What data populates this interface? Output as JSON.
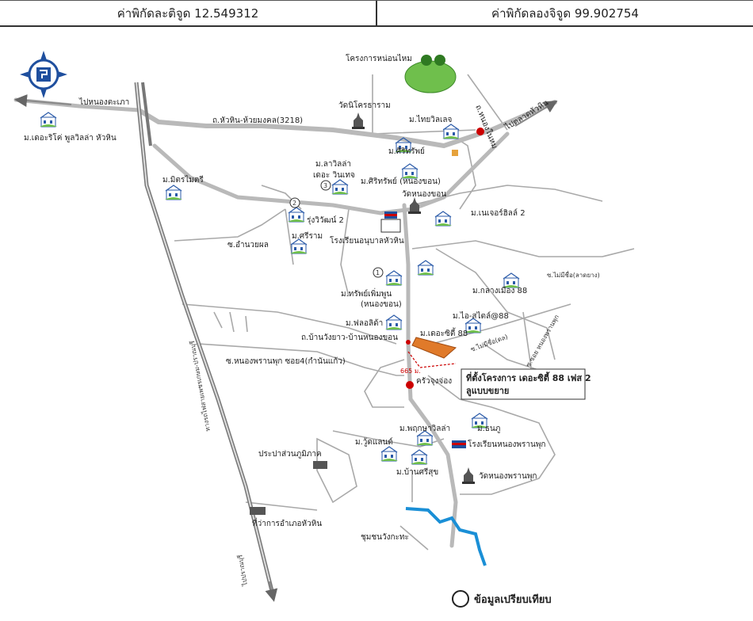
{
  "header": {
    "latitude_label": "ค่าพิกัดละติจูด 12.549312",
    "longitude_label": "ค่าพิกัดลองจิจูด 99.902754"
  },
  "map": {
    "roads": {
      "to_nong_kae": "ไปหนองตะเภา",
      "huahin_huai_mongkhon": "ถ.หัวหิน-ห้วยมงคล(3218)",
      "nong_on_nai": "ถ.หนองในหม",
      "to_huahin_market": "ไปตลาดหัวหิน",
      "soi_amnuay": "ซ.อำนวยผล",
      "ban_wang_yao": "ถ.บ้านวังยาว-บ้านหนองขอน",
      "soi_nong_phran_phuk": "ซ.หนองพรานพุก ซอย4(กำนันแก้ว)",
      "soi_mai_mi_chue_1": "ซ.ไม่มีชื่อ(ลาดยาง)",
      "soi_mai_mi_chue_2": "ซ.ไม่มีชื่อ(ดล)",
      "soi_nong_phran_phuk_2": "ซ.ซอย หนองพรานพุก",
      "railway": "ทางรถไฟสายเพชรเกษม-ปราณบุรี",
      "to_pranburi": "ไปปราณบุรี"
    },
    "places": {
      "nong_on_project": "โครงการหน่อนไหม",
      "wat_nilkrotharam": "วัดนิโครธาราม",
      "thai_village": "ม.ไทยวิลเลจ",
      "sirisap": "ม.ศิริทรัพย์",
      "the_rivera": "ม.เดอะริโค่ พูลวิลล่า หัวหิน",
      "mitmaitri": "ม.มิตรไมตรี",
      "lavilla": "ม.ลาวิลล่า",
      "lavilla_2": "เดอะ วินเทจ",
      "sirisap_nongkhon": "ม.ศิริทรัพย์ (หนองขอน)",
      "wat_nongkhon": "วัดหนองขอน",
      "nature_hills": "ม.เนเจอร์ฮิลล์ 2",
      "ruttiwat": "รุ่งวิวัฒน์ 2",
      "sriram": "ม.ศรีราม",
      "kindergarten": "โรงเรียนอนุบาลหัวหิน",
      "sappermphun": "ม.ทรัพย์เพิ่มพูน",
      "sappermphun_2": "(หนองขอน)",
      "klang_mueang": "ม.กลางเมือง 88",
      "flora": "ม.ฟลอลิด้า",
      "the_city": "ม.เดอะซิตี้ 88",
      "is_style": "ม.ไอ-สไตล์@88",
      "distance": "665 ม.",
      "project_site": "ที่ตั้งโครงการ เดอะซิตี้ 88 เฟส 2",
      "project_site_2": "ลูแบบขยาย",
      "krua_jong": "ครัวจุงจ่อง",
      "pruksa": "ม.พฤกษาวิลล่า",
      "thanaphu": "ม.ธนภู",
      "wood_land": "ม.วู้ดแลนด์",
      "nong_phran_school": "โรงเรียนหนองพรานพุก",
      "waterworks": "ประปาส่วนภูมิภาค",
      "ban_sri_suk": "ม.บ้านศรีสุข",
      "wat_nong_phran": "วัดหนองพรานพุก",
      "district_office": "ที่ว่าการอำเภอหัวหิน",
      "community": "ชุมชนวังกะทะ"
    },
    "markers": {
      "n1": "1",
      "n2": "2",
      "n3": "3"
    },
    "legend": "ข้อมูลเปรียบเทียบ"
  },
  "colors": {
    "road": "#b9b9b9",
    "road_outline": "#8e8e8e",
    "water": "#1a8fd6",
    "project": "#e07a2a",
    "park": "#6fbf4c",
    "compass": "#1f4f9e"
  }
}
